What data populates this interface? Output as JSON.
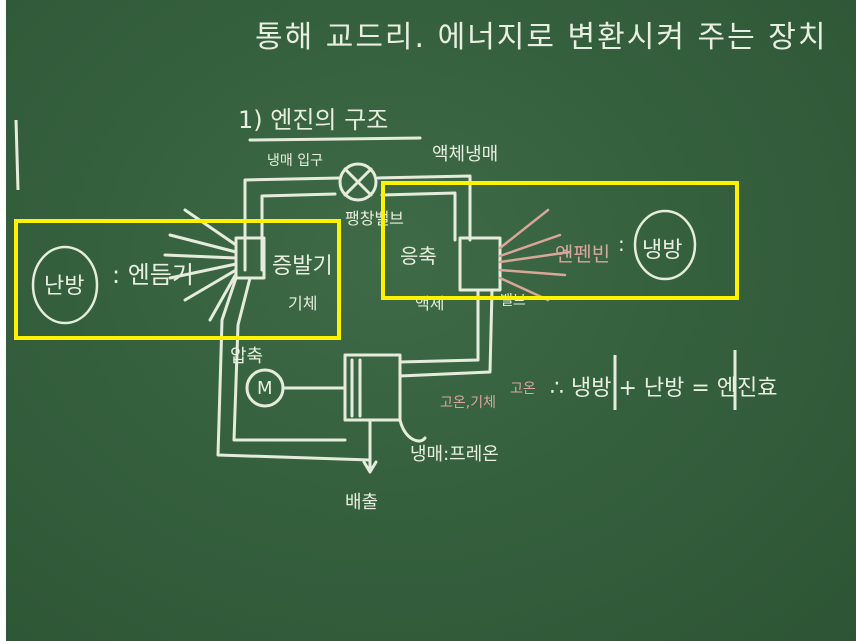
{
  "board": {
    "top_line": "통해 교드리. 에너지로 변환시켜 주는 장치",
    "section_title": "1) 엔진의 구조",
    "left_circle": "난방",
    "left_label": ": 엔듬기",
    "evaporator": "증발기",
    "gas": "기체",
    "condenser": "응축",
    "liquid": "액체",
    "expansion_valve": "팽창밸브",
    "top_right_note": "액체냉매",
    "compressor": "압축",
    "motor_symbol": "M",
    "right_pink": "엔펜빈",
    "right_circle": "냉방",
    "right_colon": ":",
    "line_valve": "밸브",
    "pink_gas": "고온,기체",
    "refrigerant": "냉매:프레온",
    "outlet": "배출",
    "inlet": "냉매 입구",
    "formula": "∴ 냉방 + 난방 = 엔진효",
    "formula_pink": "고온"
  },
  "highlights": {
    "color": "#fff200"
  }
}
